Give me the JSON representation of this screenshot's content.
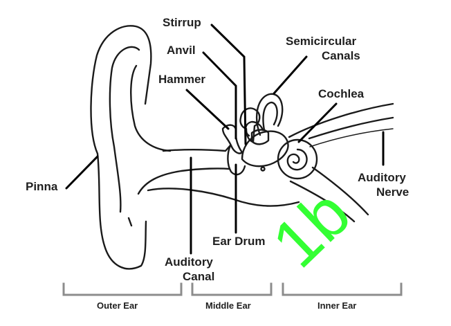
{
  "labels": {
    "stirrup": "Stirrup",
    "anvil": "Anvil",
    "hammer": "Hammer",
    "semicircular_line1": "Semicircular",
    "semicircular_line2": "Canals",
    "cochlea": "Cochlea",
    "pinna": "Pinna",
    "auditory_nerve_line1": "Auditory",
    "auditory_nerve_line2": "Nerve",
    "ear_drum": "Ear Drum",
    "auditory_canal_line1": "Auditory",
    "auditory_canal_line2": "Canal"
  },
  "sections": {
    "outer": "Outer Ear",
    "middle": "Middle Ear",
    "inner": "Inner Ear"
  },
  "stamp": {
    "text": "1b",
    "color": "#33ff33"
  }
}
